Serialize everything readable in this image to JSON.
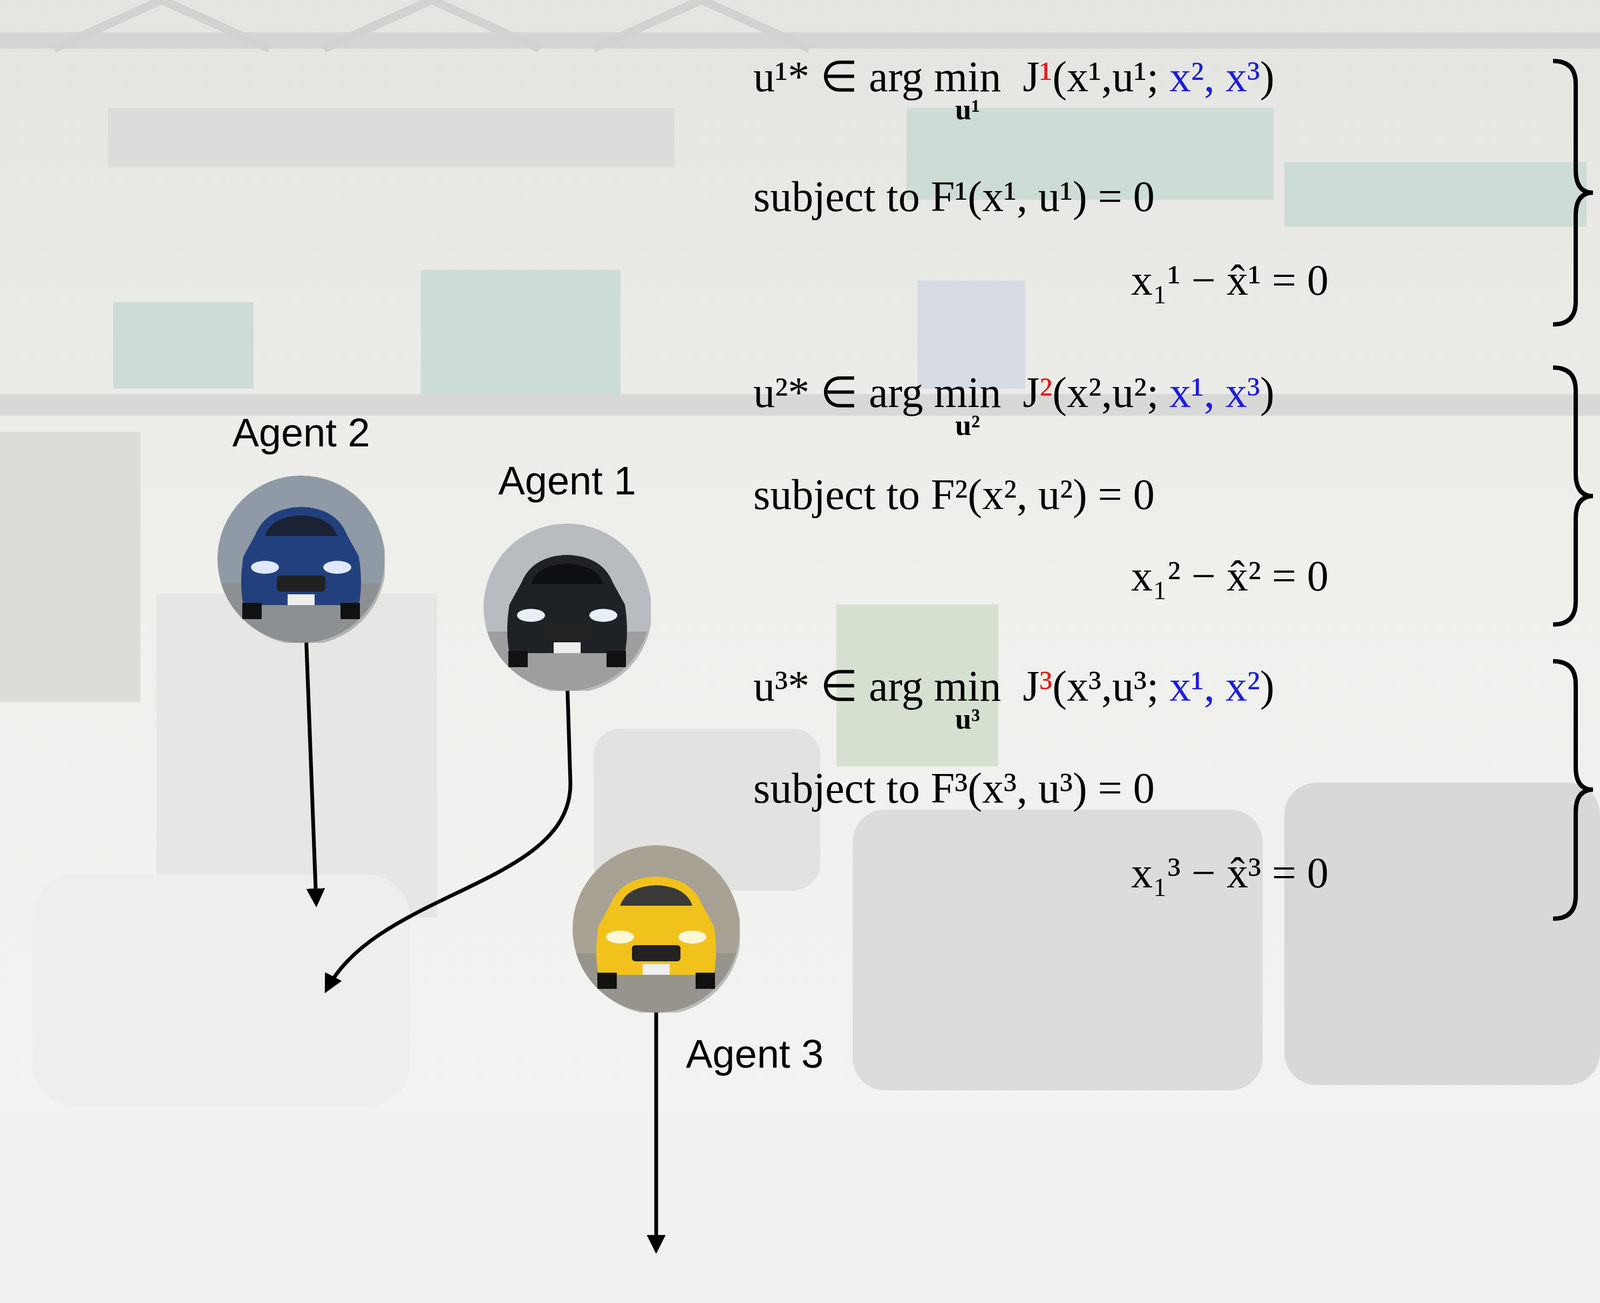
{
  "diagram": {
    "nodes": [
      {
        "text": [
          "Agent 2"
        ]
      },
      {
        "text": [
          "Agent 1"
        ]
      },
      {
        "text": [
          "Agent 3"
        ]
      }
    ],
    "labels": [
      "u¹* ∈ arg min",
      "u¹",
      "J",
      "¹",
      "(x¹,u¹;",
      "x², x³",
      ")",
      "subject to F¹(x¹, u¹) = 0",
      "x₁¹ − x̂¹ = 0",
      "u²* ∈ arg min",
      "u²",
      "J",
      "²",
      "(x²,u²;",
      "x¹, x³",
      ")",
      "subject to F²(x², u²) = 0",
      "x₁² − x̂² = 0",
      "u³* ∈ arg min",
      "u³",
      "J",
      "³",
      "(x³,u³;",
      "x¹, x²",
      ")",
      "subject to F³(x³, u³) = 0",
      "x₁³ − x̂³ = 0"
    ]
  }
}
